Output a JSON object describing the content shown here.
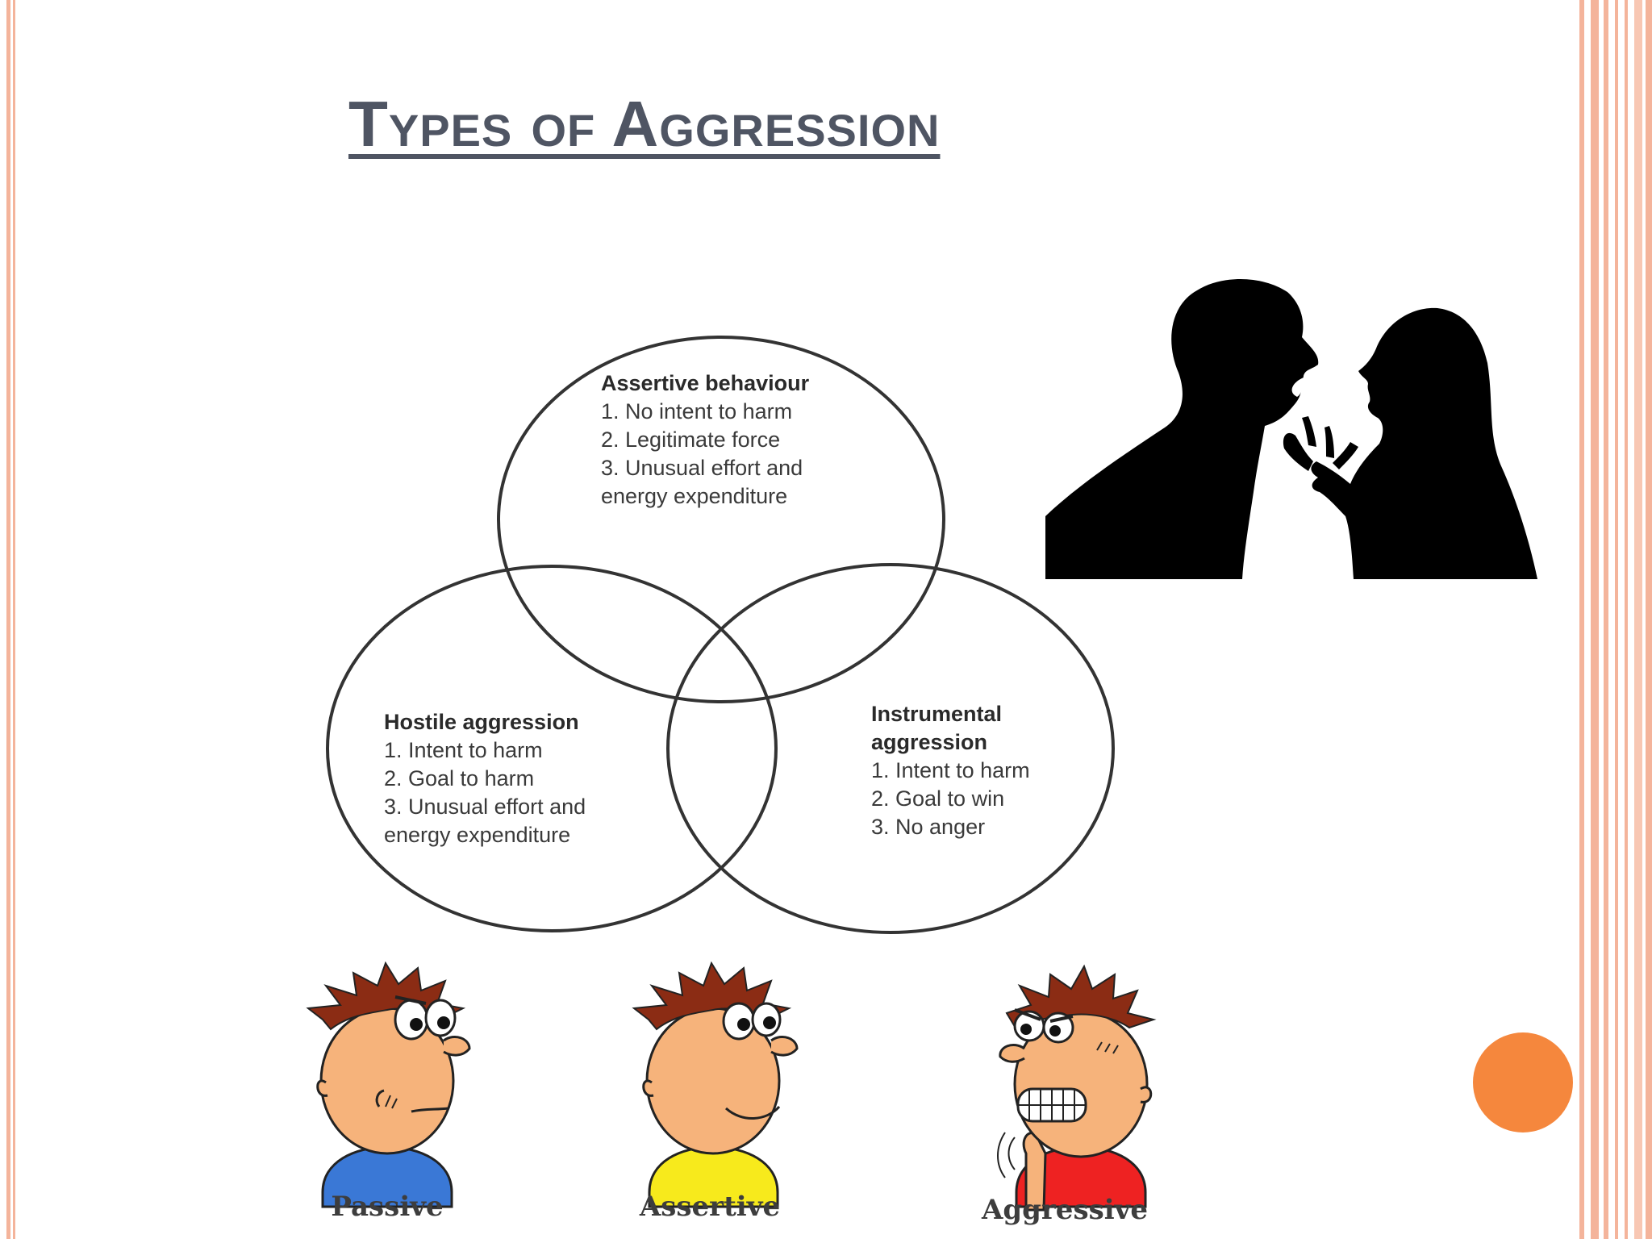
{
  "slide": {
    "title": "Types of Aggression",
    "frame_color": "#f4b49b",
    "accent_dot_color": "#f5873d"
  },
  "venn": {
    "assertive": {
      "heading": "Assertive behaviour",
      "lines": [
        "1. No intent to harm",
        "2. Legitimate force",
        "3. Unusual effort and",
        "energy expenditure"
      ]
    },
    "hostile": {
      "heading": "Hostile aggression",
      "lines": [
        "1. Intent to harm",
        "2. Goal to harm",
        "3. Unusual effort and",
        "energy expenditure"
      ]
    },
    "instrumental": {
      "heading_line1": "Instrumental",
      "heading_line2": "aggression",
      "lines": [
        "1. Intent to harm",
        "2. Goal to win",
        "3. No anger"
      ]
    }
  },
  "faces": {
    "passive": {
      "label": "Passive",
      "shirt_color": "#3a78d6"
    },
    "assertive": {
      "label": "Assertive",
      "shirt_color": "#f7ea1c"
    },
    "aggressive": {
      "label": "Aggressive",
      "shirt_color": "#ee2222"
    }
  }
}
